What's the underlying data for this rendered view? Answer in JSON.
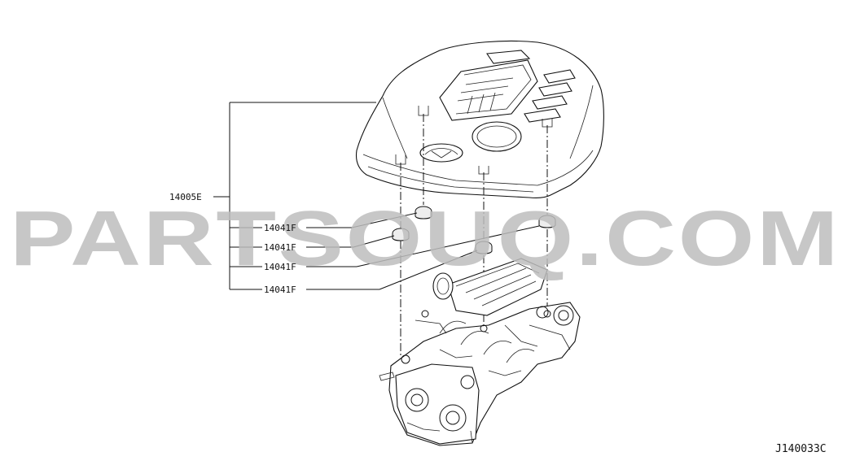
{
  "labels": {
    "cover": "14005E",
    "grommet_1": "14041F",
    "grommet_2": "14041F",
    "grommet_3": "14041F",
    "grommet_4": "14041F"
  },
  "diagram_code": "J140033C",
  "watermark": "PARTSOUQ.COM"
}
